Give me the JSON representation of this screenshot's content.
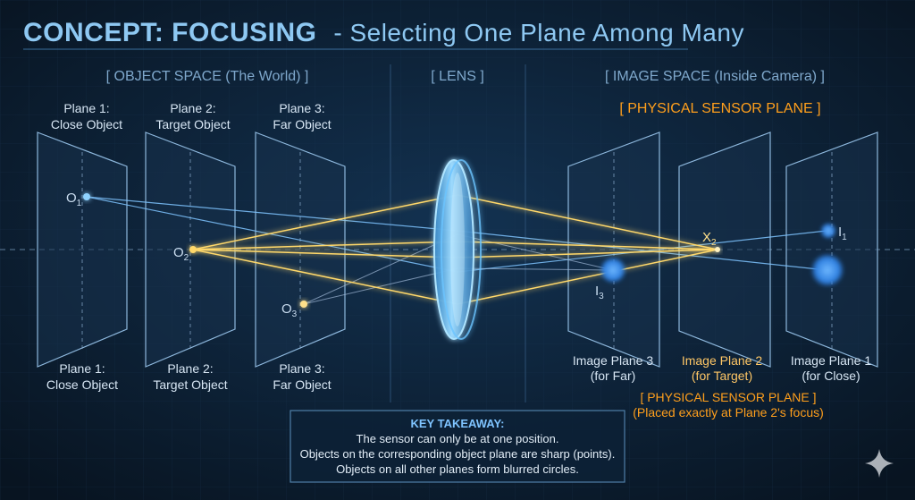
{
  "title": {
    "main": "CONCEPT: FOCUSING",
    "subtitle": "- Selecting One Plane Among Many"
  },
  "sections": {
    "object_space": "[ OBJECT SPACE (The World) ]",
    "lens": "[ LENS ]",
    "image_space": "[ IMAGE SPACE (Inside Camera) ]"
  },
  "object_planes": [
    {
      "top_line1": "Plane 1:",
      "top_line2": "Close Object",
      "bottom_line1": "Plane 1:",
      "bottom_line2": "Close Object",
      "point": "O",
      "point_sub": "1"
    },
    {
      "top_line1": "Plane 2:",
      "top_line2": "Target Object",
      "bottom_line1": "Plane 2:",
      "bottom_line2": "Target Object",
      "point": "O",
      "point_sub": "2"
    },
    {
      "top_line1": "Plane 3:",
      "top_line2": "Far Object",
      "bottom_line1": "Plane 3:",
      "bottom_line2": "Far Object",
      "point": "O",
      "point_sub": "3"
    }
  ],
  "image_planes": [
    {
      "line1": "Image Plane 3",
      "line2": "(for Far)",
      "point": "I",
      "point_sub": "3"
    },
    {
      "line1": "Image Plane 2",
      "line2": "(for Target)",
      "point": "X",
      "point_sub": "2"
    },
    {
      "line1": "Image Plane 1",
      "line2": "(for Close)",
      "point": "I",
      "point_sub": "1"
    }
  ],
  "sensor": {
    "top_label": "[ PHYSICAL SENSOR PLANE ]",
    "bottom_line1": "[ PHYSICAL SENSOR PLANE ]",
    "bottom_line2": "(Placed exactly at Plane 2's focus)"
  },
  "takeaway": {
    "heading": "KEY TAKEAWAY:",
    "line1": "The sensor can only be at one position.",
    "line2": "Objects on the corresponding object plane are sharp (points).",
    "line3": "Objects on all other planes form blurred circles."
  },
  "colors": {
    "background": "#0b1a2b",
    "title": "#8ec8f2",
    "accent": "#66b8ff",
    "sensor": "#ff9f1c",
    "target_ray": "#ffd86a",
    "text": "#c9dcef"
  },
  "icons": {
    "corner": "sparkle-icon"
  }
}
